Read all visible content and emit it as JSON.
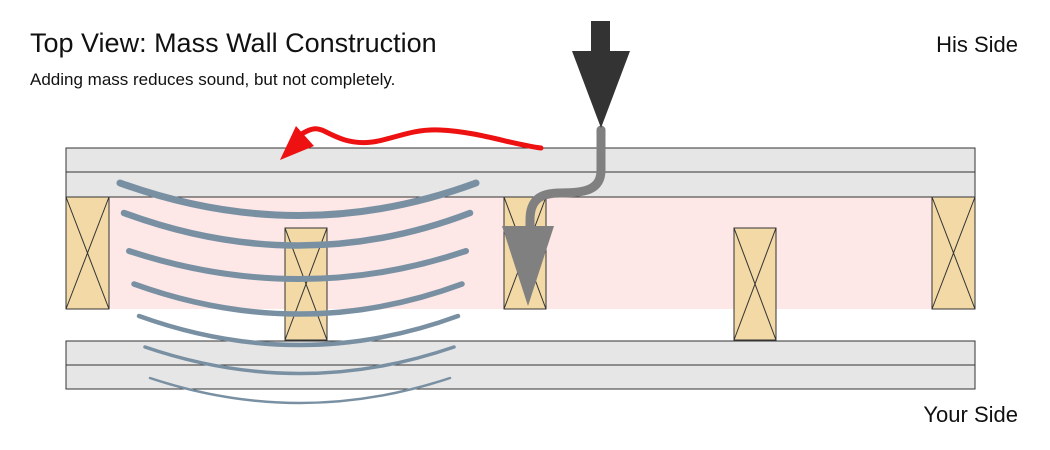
{
  "title": "Top View: Mass Wall Construction",
  "subtitle": "Adding mass reduces sound, but not completely.",
  "labels": {
    "his_side": "His Side",
    "your_side": "Your Side"
  },
  "colors": {
    "drywall": "#e6e6e6",
    "cavity": "#fde7e7",
    "stud": "#f2d9a6",
    "sound_wave": "#7990a3",
    "flanking_arrow": "#ee1111",
    "direct_arrow": "#333333",
    "transmitted_arrow": "#808080",
    "outline": "#333333"
  },
  "icons": {
    "incoming_sound": "down-arrow-icon",
    "flanking_path": "curved-red-arrow-icon",
    "transmitted_path": "curved-gray-arrow-icon"
  }
}
